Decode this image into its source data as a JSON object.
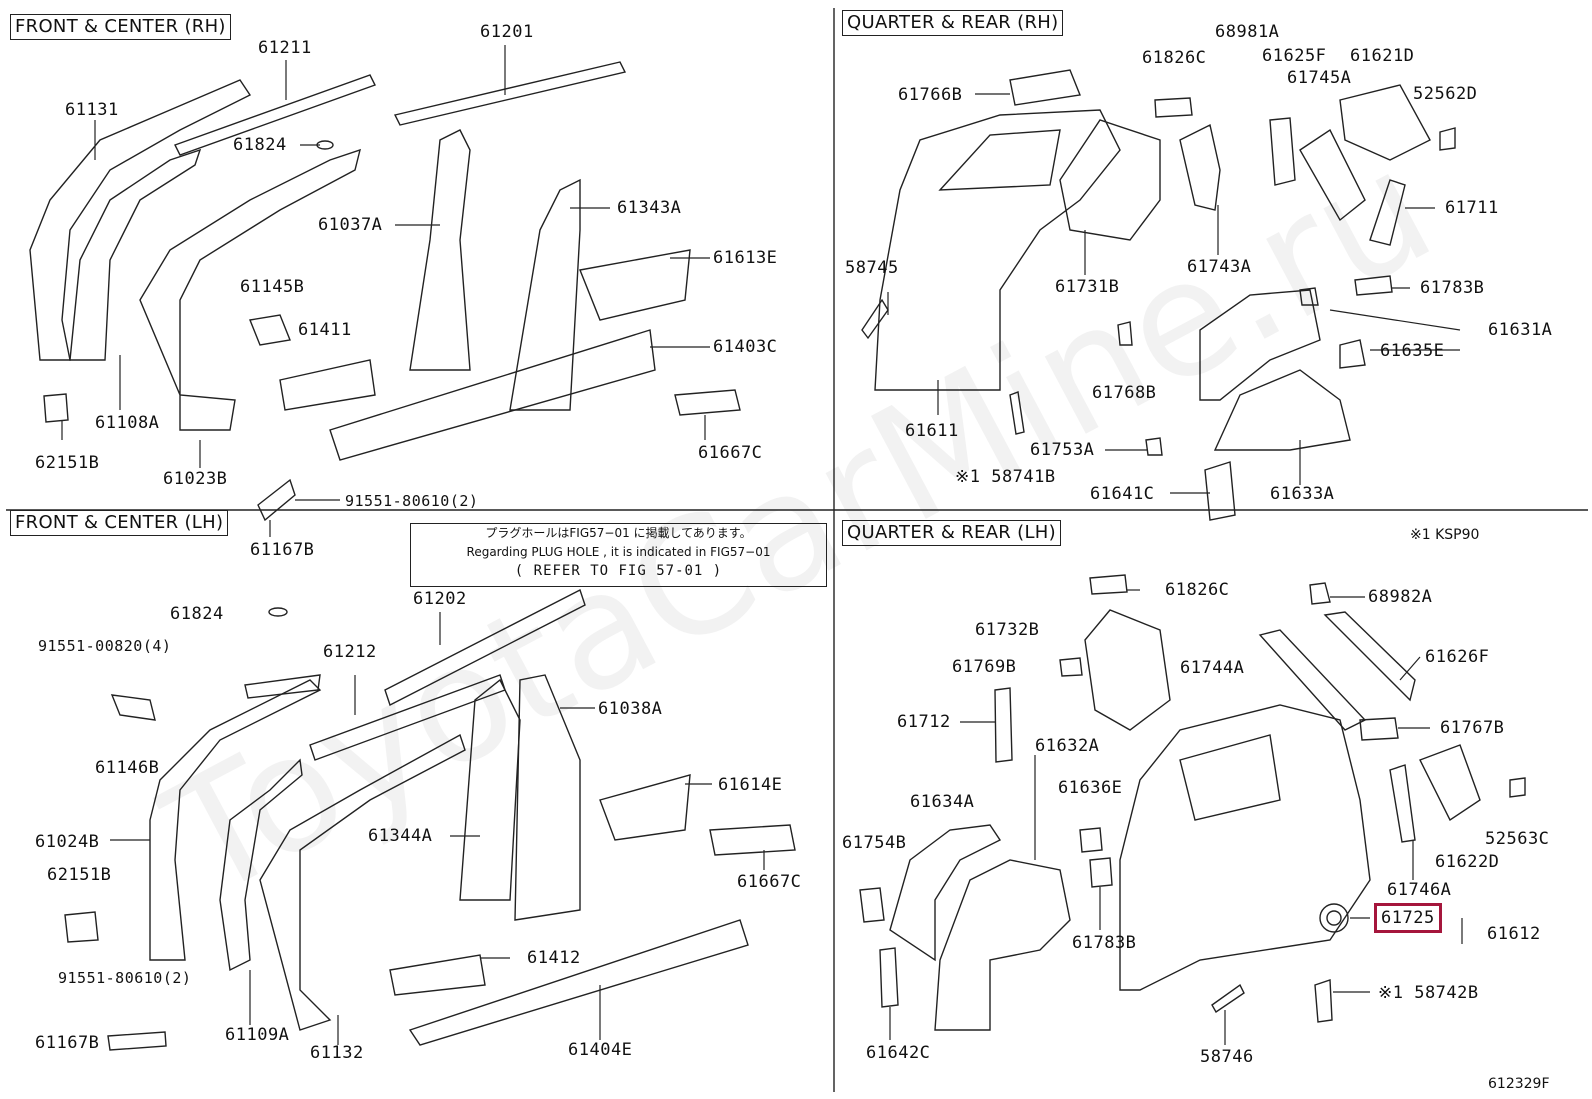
{
  "sections": {
    "front_rh": "FRONT & CENTER (RH)",
    "front_lh": "FRONT & CENTER (LH)",
    "quarter_rh": "QUARTER  &  REAR (RH)",
    "quarter_lh": "QUARTER  &  REAR (LH)"
  },
  "note": {
    "line1": "プラグホールはFIG57−01 に掲載してあります。",
    "line2": "Regarding  PLUG HOLE , it is  indicated  in  FIG57−01",
    "line3": "( REFER  TO  FIG  57-01 )"
  },
  "footnote": "※1 KSP90",
  "figure_id": "612329F",
  "watermark": "ToyotaCarMine.ru",
  "highlighted_part": "61725",
  "parts": {
    "p61211": "61211",
    "p61201": "61201",
    "p61131": "61131",
    "p61824a": "61824",
    "p61037a": "61037A",
    "p61343a": "61343A",
    "p61613e": "61613E",
    "p61145b": "61145B",
    "p61411": "61411",
    "p61403c": "61403C",
    "p61108a": "61108A",
    "p62151b_a": "62151B",
    "p61023b": "61023B",
    "p61667c_a": "61667C",
    "p91551_80610_a": "91551-80610(2)",
    "p61167b_a": "61167B",
    "p61824b": "61824",
    "p61202": "61202",
    "p91551_00820": "91551-00820(4)",
    "p61212": "61212",
    "p61038a": "61038A",
    "p61146b": "61146B",
    "p61614e": "61614E",
    "p61024b": "61024B",
    "p61344a": "61344A",
    "p62151b_b": "62151B",
    "p61667c_b": "61667C",
    "p61412": "61412",
    "p91551_80610_b": "91551-80610(2)",
    "p61109a": "61109A",
    "p61167b_b": "61167B",
    "p61132": "61132",
    "p61404e": "61404E",
    "p61766b": "61766B",
    "p61826c_a": "61826C",
    "p68981a": "68981A",
    "p61625f": "61625F",
    "p61621d": "61621D",
    "p61745a": "61745A",
    "p52562d": "52562D",
    "p61711": "61711",
    "p58745": "58745",
    "p61731b": "61731B",
    "p61743a": "61743A",
    "p61783b_a": "61783B",
    "p61631a": "61631A",
    "p61635e": "61635E",
    "p61768b": "61768B",
    "p61611": "61611",
    "p61753a": "61753A",
    "p58741b": "※1 58741B",
    "p61641c": "61641C",
    "p61633a": "61633A",
    "p61826c_b": "61826C",
    "p68982a": "68982A",
    "p61732b": "61732B",
    "p61769b": "61769B",
    "p61744a": "61744A",
    "p61626f": "61626F",
    "p61712": "61712",
    "p61632a": "61632A",
    "p61767b": "61767B",
    "p61636e": "61636E",
    "p61634a": "61634A",
    "p61754b": "61754B",
    "p52563c": "52563C",
    "p61622d": "61622D",
    "p61746a": "61746A",
    "p61783b_b": "61783B",
    "p61725": "61725",
    "p61612": "61612",
    "p58742b": "※1 58742B",
    "p61642c": "61642C",
    "p58746": "58746"
  }
}
